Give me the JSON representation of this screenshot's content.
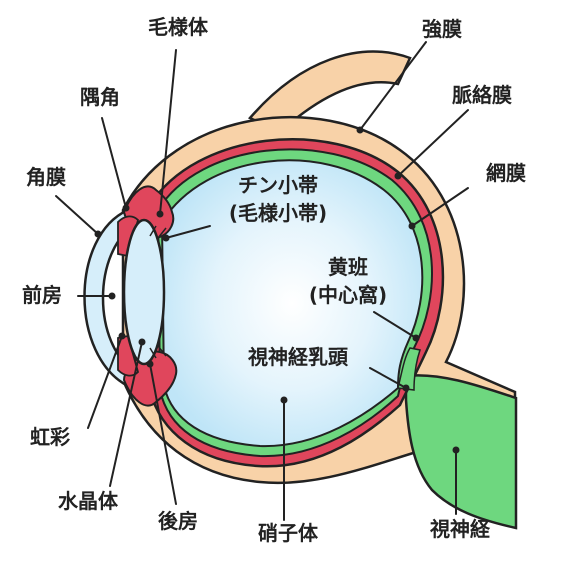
{
  "colors": {
    "sclera": "#F8D2A8",
    "choroid": "#E0465C",
    "retina": "#6ED77F",
    "vitreous": "#D6EEFA",
    "outline": "#222222",
    "label": "#222222",
    "background": "#FFFFFF"
  },
  "labels": {
    "ciliary_body": "毛様体",
    "sclera": "強膜",
    "angle": "隅角",
    "choroid": "脈絡膜",
    "cornea": "角膜",
    "retina": "網膜",
    "zonule_line1": "チン小帯",
    "zonule_line2": "(毛様小帯)",
    "macula_line1": "黄班",
    "macula_line2": "(中心窩)",
    "anterior_chamber": "前房",
    "optic_disc": "視神経乳頭",
    "iris": "虹彩",
    "lens": "水晶体",
    "posterior_chamber": "後房",
    "vitreous_body": "硝子体",
    "optic_nerve": "視神経"
  }
}
